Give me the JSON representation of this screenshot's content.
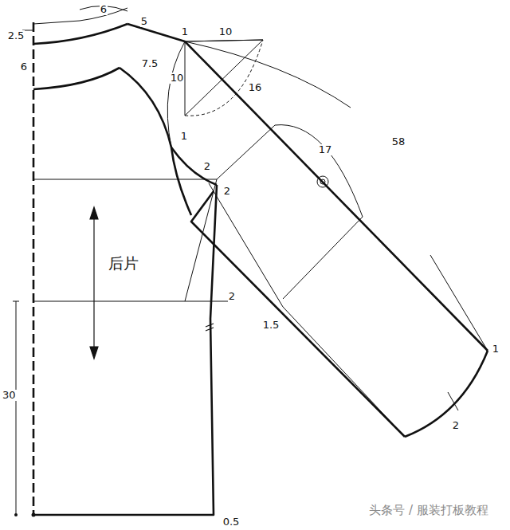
{
  "diagram": {
    "labels": [
      "6",
      "5",
      "2.5",
      "6",
      "7.5",
      "1",
      "10",
      "10",
      "16",
      "17",
      "58",
      "1",
      "2",
      "2",
      "后片",
      "2",
      "1.5",
      "30",
      "1",
      "2",
      "0.5",
      "头条号 / 服装打板教程"
    ]
  }
}
